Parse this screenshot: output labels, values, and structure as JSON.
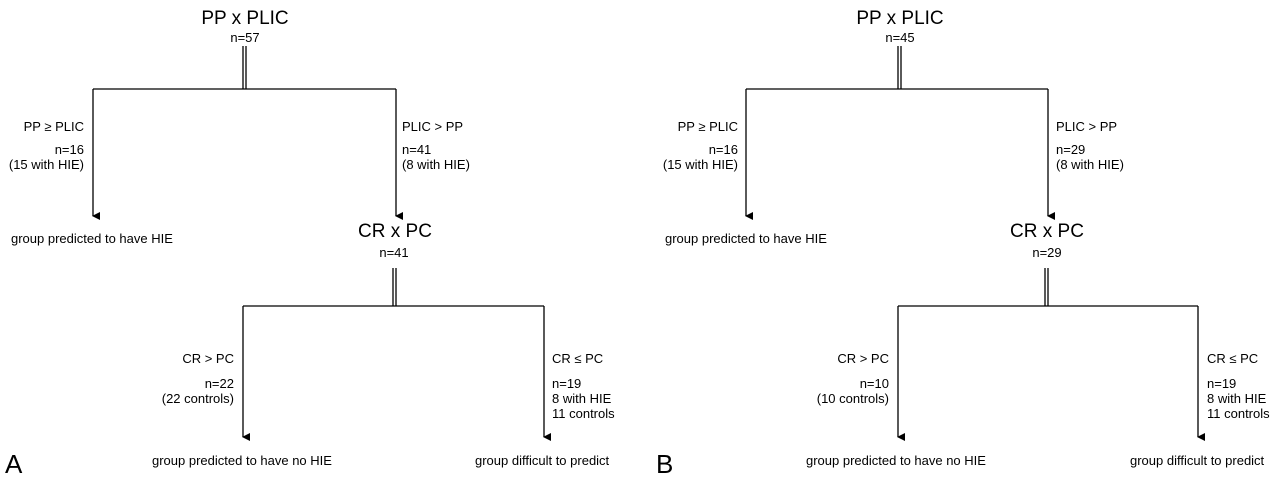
{
  "panels": [
    {
      "letter": "A",
      "root": {
        "title": "PP x PLIC",
        "n": "n=57"
      },
      "left_branch": {
        "condition": "PP ≥ PLIC",
        "n": "n=16",
        "detail": "(15 with HIE)"
      },
      "right_branch": {
        "condition": "PLIC > PP",
        "n": "n=41",
        "detail": "(8 with HIE)"
      },
      "left_outcome": "group predicted to have HIE",
      "sub": {
        "title": "CR x PC",
        "n": "n=41"
      },
      "sub_left": {
        "condition": "CR > PC",
        "n": "n=22",
        "detail": "(22 controls)"
      },
      "sub_right": {
        "condition": "CR ≤ PC",
        "n": "n=19",
        "detail1": "8 with HIE",
        "detail2": "11 controls"
      },
      "sub_left_outcome": "group predicted to have no HIE",
      "sub_right_outcome": "group difficult to predict"
    },
    {
      "letter": "B",
      "root": {
        "title": "PP x PLIC",
        "n": "n=45"
      },
      "left_branch": {
        "condition": "PP ≥ PLIC",
        "n": "n=16",
        "detail": "(15 with HIE)"
      },
      "right_branch": {
        "condition": "PLIC > PP",
        "n": "n=29",
        "detail": "(8 with HIE)"
      },
      "left_outcome": "group predicted to have HIE",
      "sub": {
        "title": "CR x PC",
        "n": "n=29"
      },
      "sub_left": {
        "condition": "CR > PC",
        "n": "n=10",
        "detail": "(10 controls)"
      },
      "sub_right": {
        "condition": "CR ≤ PC",
        "n": "n=19",
        "detail1": "8 with HIE",
        "detail2": "11 controls"
      },
      "sub_left_outcome": "group predicted to have no HIE",
      "sub_right_outcome": "group difficult to predict"
    }
  ]
}
